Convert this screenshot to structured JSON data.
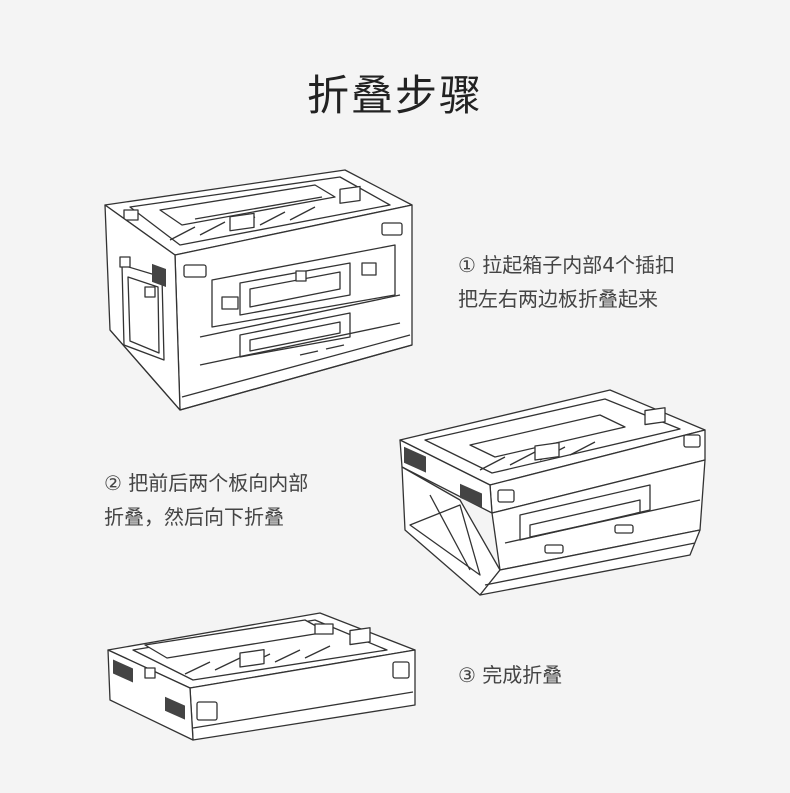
{
  "title": "折叠步骤",
  "steps": [
    {
      "line1": "① 拉起箱子内部4个插扣",
      "line2": "把左右两边板折叠起来"
    },
    {
      "line1": "② 把前后两个板向内部",
      "line2": "折叠，然后向下折叠"
    },
    {
      "line1": "③ 完成折叠",
      "line2": ""
    }
  ],
  "colors": {
    "background": "#f4f4f4",
    "line": "#333333"
  },
  "icons": [
    "storage-box-open-icon",
    "storage-box-folding-icon",
    "storage-box-folded-icon"
  ]
}
